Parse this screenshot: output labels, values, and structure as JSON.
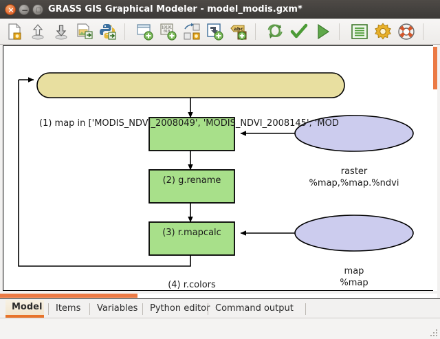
{
  "window": {
    "title": "GRASS GIS Graphical Modeler - model_modis.gxm*",
    "buttons": {
      "close": "×",
      "minimize": "−",
      "maximize": "□"
    }
  },
  "toolbar": {
    "items": [
      {
        "name": "new-model-icon",
        "tooltip": "Create new model"
      },
      {
        "name": "open-model-icon",
        "tooltip": "Load model from file"
      },
      {
        "name": "save-model-icon",
        "tooltip": "Save current model to file"
      },
      {
        "name": "export-image-icon",
        "tooltip": "Export model to image"
      },
      {
        "name": "export-python-icon",
        "tooltip": "Export model to Python script"
      },
      {
        "name": "add-command-icon",
        "tooltip": "Add command (GRASS module) to model"
      },
      {
        "name": "add-data-icon",
        "tooltip": "Add data to model"
      },
      {
        "name": "add-relation-icon",
        "tooltip": "Manually define relation between data and commands"
      },
      {
        "name": "add-loop-icon",
        "tooltip": "Add loop / series to model"
      },
      {
        "name": "add-comment-icon",
        "tooltip": "Add comment to model"
      },
      {
        "name": "redefine-icon",
        "tooltip": "Redefine model variables"
      },
      {
        "name": "validate-icon",
        "tooltip": "Validate model"
      },
      {
        "name": "run-icon",
        "tooltip": "Run model"
      },
      {
        "name": "model-properties-icon",
        "tooltip": "Show model properties"
      },
      {
        "name": "settings-icon",
        "tooltip": "Modeler settings"
      },
      {
        "name": "help-icon",
        "tooltip": "Show manual"
      }
    ]
  },
  "model": {
    "nodes": [
      {
        "id": "loop-1",
        "kind": "loop",
        "label": "(1) map in ['MODIS_NDVI_2008049', 'MODIS_NDVI_2008145', 'MOD",
        "fill": "#e8dfa0",
        "stroke": "#000000"
      },
      {
        "id": "cmd-2",
        "kind": "command",
        "label": "(2) g.rename",
        "fill": "#a8e08a",
        "stroke": "#000000"
      },
      {
        "id": "cmd-3",
        "kind": "command",
        "label": "(3) r.mapcalc",
        "fill": "#a8e08a",
        "stroke": "#000000"
      },
      {
        "id": "cmd-4",
        "kind": "command",
        "label": "(4) r.colors",
        "fill": "#a8e08a",
        "stroke": "#000000"
      },
      {
        "id": "data-raster",
        "kind": "data",
        "label_line1": "raster",
        "label_line2": "%map,%map.%ndvi",
        "fill": "#ccccee",
        "stroke": "#000000"
      },
      {
        "id": "data-map",
        "kind": "data",
        "label_line1": "map",
        "label_line2": "%map",
        "fill": "#ccccee",
        "stroke": "#000000"
      }
    ]
  },
  "tabs": [
    {
      "label": "Model",
      "active": true
    },
    {
      "label": "Items",
      "active": false
    },
    {
      "label": "Variables",
      "active": false
    },
    {
      "label": "Python editor",
      "active": false
    },
    {
      "label": "Command output",
      "active": false
    }
  ],
  "scrollbars": {
    "vertical_color": "#eb7a45",
    "horizontal_color": "#eb7a45"
  },
  "colors": {
    "accent": "#e8732a",
    "titlebar": "#3c3a38",
    "loop_node": "#e8dfa0",
    "command_node": "#a8e08a",
    "data_node": "#ccccee"
  }
}
